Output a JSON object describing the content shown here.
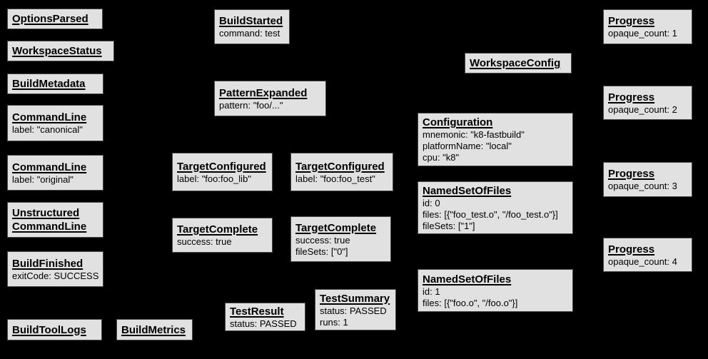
{
  "colors": {
    "background": "#000000",
    "node_fill": "#e1e1e1",
    "node_border": "#4a4a4a",
    "node_text": "#000000"
  },
  "boxes": [
    {
      "title": "OptionsParsed",
      "lines": []
    },
    {
      "title": "WorkspaceStatus",
      "lines": []
    },
    {
      "title": "BuildMetadata",
      "lines": []
    },
    {
      "title": "CommandLine",
      "lines": [
        "label: \"canonical\""
      ]
    },
    {
      "title": "CommandLine",
      "lines": [
        "label: \"original\""
      ]
    },
    {
      "title": "Unstructured CommandLine",
      "lines": []
    },
    {
      "title": "BuildFinished",
      "lines": [
        "exitCode: SUCCESS"
      ]
    },
    {
      "title": "BuildToolLogs",
      "lines": []
    },
    {
      "title": "BuildMetrics",
      "lines": []
    },
    {
      "title": "BuildStarted",
      "lines": [
        "command: test"
      ]
    },
    {
      "title": "PatternExpanded",
      "lines": [
        "pattern: \"foo/...\""
      ]
    },
    {
      "title": "TargetConfigured",
      "lines": [
        "label: \"foo:foo_lib\""
      ]
    },
    {
      "title": "TargetConfigured",
      "lines": [
        "label: \"foo:foo_test\""
      ]
    },
    {
      "title": "TargetComplete",
      "lines": [
        "success: true"
      ]
    },
    {
      "title": "TargetComplete",
      "lines": [
        "success: true",
        "fileSets: [\"0\"]"
      ]
    },
    {
      "title": "TestResult",
      "lines": [
        "status: PASSED"
      ]
    },
    {
      "title": "TestSummary",
      "lines": [
        "status: PASSED",
        "runs: 1"
      ]
    },
    {
      "title": "WorkspaceConfig",
      "lines": []
    },
    {
      "title": "Configuration",
      "lines": [
        "mnemonic: \"k8-fastbuild\"",
        "platformName: \"local\"",
        "cpu: \"k8\""
      ]
    },
    {
      "title": "NamedSetOfFiles",
      "lines": [
        "id: 0",
        "files: [{\"foo_test.o\", \"/foo_test.o\"}]",
        "fileSets: [\"1\"]"
      ]
    },
    {
      "title": "NamedSetOfFiles",
      "lines": [
        "id: 1",
        "files: [{\"foo.o\", \"/foo.o\"}]"
      ]
    },
    {
      "title": "Progress",
      "lines": [
        "opaque_count: 1"
      ]
    },
    {
      "title": "Progress",
      "lines": [
        "opaque_count: 2"
      ]
    },
    {
      "title": "Progress",
      "lines": [
        "opaque_count: 3"
      ]
    },
    {
      "title": "Progress",
      "lines": [
        "opaque_count: 4"
      ]
    }
  ]
}
